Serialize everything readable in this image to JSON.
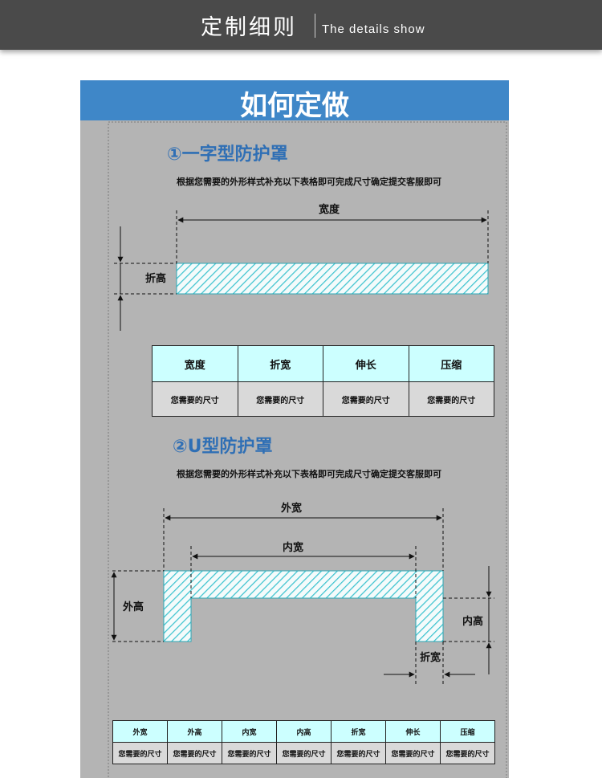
{
  "header": {
    "title_cn": "定制细则",
    "title_en": "The details show"
  },
  "banner": {
    "title": "如何定做"
  },
  "section1": {
    "title": "①一字型防护罩",
    "instruction": "根据您需要的外形样式补充以下表格即可完成尺寸确定提交客服即可",
    "dims": {
      "width": "宽度",
      "fold_height": "折高"
    },
    "table": {
      "headers": [
        "宽度",
        "折宽",
        "伸长",
        "压缩"
      ],
      "values": [
        "您需要的尺寸",
        "您需要的尺寸",
        "您需要的尺寸",
        "您需要的尺寸"
      ]
    }
  },
  "section2": {
    "title": "②U型防护罩",
    "instruction": "根据您需要的外形样式补充以下表格即可完成尺寸确定提交客服即可",
    "dims": {
      "outer_width": "外宽",
      "inner_width": "内宽",
      "outer_height": "外高",
      "inner_height": "内高",
      "fold_width": "折宽"
    },
    "table": {
      "headers": [
        "外宽",
        "外高",
        "内宽",
        "内高",
        "折宽",
        "伸长",
        "压缩"
      ],
      "values": [
        "您需要的尺寸",
        "您需要的尺寸",
        "您需要的尺寸",
        "您需要的尺寸",
        "您需要的尺寸",
        "您需要的尺寸",
        "您需要的尺寸"
      ]
    }
  },
  "colors": {
    "header_bg": "#4a4a4a",
    "banner_bg": "#3f87c8",
    "panel_bg": "#b4b4b4",
    "section_title": "#2f6fb5",
    "hatch": "#3ec3cf",
    "table_header_bg": "#ccffff",
    "table_value_bg": "#d9d9d9"
  }
}
